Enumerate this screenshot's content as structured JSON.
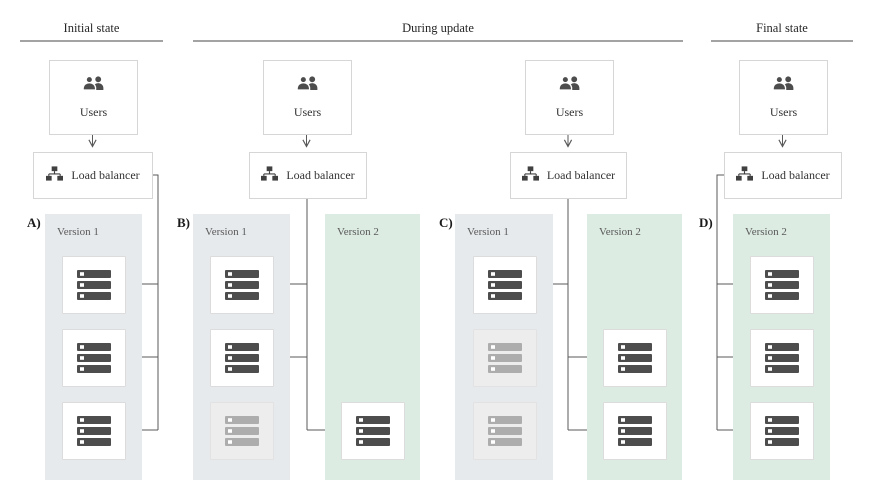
{
  "sections": [
    {
      "title": "Initial state"
    },
    {
      "title": "During update"
    },
    {
      "title": "Final state"
    }
  ],
  "labels": {
    "users": "Users",
    "load_balancer": "Load balancer"
  },
  "columns": [
    {
      "tag": "A)",
      "panels": [
        {
          "version": "Version 1",
          "style": "v1",
          "servers": [
            "active",
            "active",
            "active"
          ]
        }
      ]
    },
    {
      "tag": "B)",
      "panels": [
        {
          "version": "Version 1",
          "style": "v1",
          "servers": [
            "active",
            "active",
            "faded"
          ]
        },
        {
          "version": "Version 2",
          "style": "v2",
          "servers": [
            "none",
            "none",
            "active"
          ]
        }
      ]
    },
    {
      "tag": "C)",
      "panels": [
        {
          "version": "Version 1",
          "style": "v1",
          "servers": [
            "active",
            "faded",
            "faded"
          ]
        },
        {
          "version": "Version 2",
          "style": "v2",
          "servers": [
            "none",
            "active",
            "active"
          ]
        }
      ]
    },
    {
      "tag": "D)",
      "panels": [
        {
          "version": "Version 2",
          "style": "v2",
          "servers": [
            "active",
            "active",
            "active"
          ]
        }
      ]
    }
  ],
  "icons": {
    "users": "users-icon",
    "load_balancer": "sitemap-icon",
    "server": "server-stack-icon"
  },
  "colors": {
    "version1_panel": "#e7eaed",
    "version2_panel": "#ddece3",
    "server_icon": "#4d4d4d",
    "server_icon_faded": "#adadad",
    "connector": "#595959",
    "section_rule": "#a3a3a3"
  }
}
